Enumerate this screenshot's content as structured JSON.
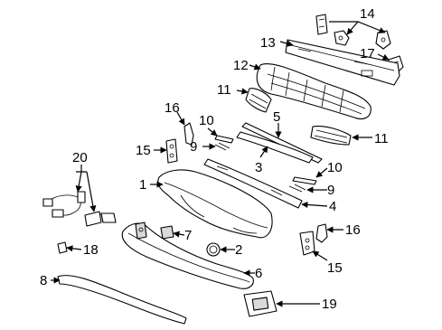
{
  "callouts": {
    "c1": "1",
    "c2": "2",
    "c3": "3",
    "c4": "4",
    "c5": "5",
    "c6": "6",
    "c7": "7",
    "c8": "8",
    "c9a": "9",
    "c9b": "9",
    "c10a": "10",
    "c10b": "10",
    "c11a": "11",
    "c11b": "11",
    "c12": "12",
    "c13": "13",
    "c14": "14",
    "c15a": "15",
    "c15b": "15",
    "c16a": "16",
    "c16b": "16",
    "c17": "17",
    "c18": "18",
    "c19": "19",
    "c20": "20"
  }
}
